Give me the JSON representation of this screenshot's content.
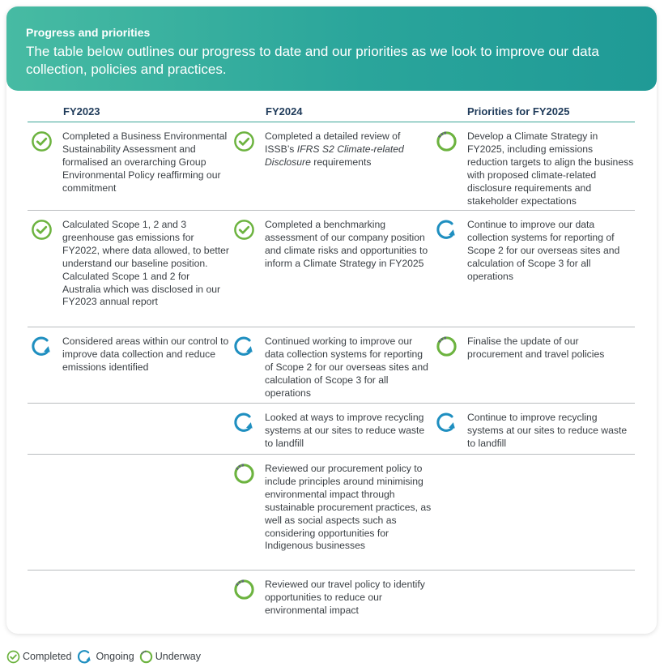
{
  "banner": {
    "title": "Progress and priorities",
    "text": "The table below outlines our progress to date and our priorities as we look to improve our data collection, policies and practices."
  },
  "columns": [
    "FY2023",
    "FY2024",
    "Priorities for FY2025"
  ],
  "rows": [
    {
      "fy2023": {
        "status": "completed",
        "text": "Completed a Business Environmental Sustainability Assessment and formalised an overarching Group Environmental Policy reaffirming our commitment"
      },
      "fy2024": {
        "status": "completed",
        "text_before": "Completed a detailed review of ISSB’s ",
        "text_italic": "IFRS S2 Climate-related Disclosure",
        "text_after": " requirements"
      },
      "fy2025": {
        "status": "underway",
        "text": "Develop a Climate Strategy in FY2025, including emissions reduction targets to align the business with proposed climate-related disclosure requirements and stakeholder expectations"
      }
    },
    {
      "fy2023": {
        "status": "completed",
        "text": "Calculated Scope 1, 2 and 3 greenhouse gas emissions for FY2022, where data allowed, to better understand our baseline position. Calculated Scope 1 and 2 for Australia which was disclosed in our FY2023 annual report"
      },
      "fy2024": {
        "status": "completed",
        "text": "Completed a benchmarking assessment of our company position and climate risks and opportunities to inform a Climate Strategy in FY2025"
      },
      "fy2025": {
        "status": "ongoing",
        "text": "Continue to improve our data collection systems for reporting of Scope 2 for our overseas sites and calculation of Scope 3 for all operations"
      }
    },
    {
      "fy2023": {
        "status": "ongoing",
        "text": "Considered areas within our control to improve data collection and reduce emissions identified"
      },
      "fy2024": {
        "status": "ongoing",
        "text": "Continued working to improve our data collection systems for reporting of Scope 2 for our overseas sites and calculation of Scope 3 for all operations"
      },
      "fy2025": {
        "status": "underway",
        "text": "Finalise the update of our procurement and travel policies"
      }
    },
    {
      "fy2024": {
        "status": "ongoing",
        "text": "Looked at ways to improve recycling systems at our sites to reduce waste to landfill"
      },
      "fy2025": {
        "status": "ongoing",
        "text": "Continue to improve recycling systems at our sites to reduce waste to landfill"
      }
    },
    {
      "fy2024": {
        "status": "underway",
        "text": "Reviewed our procurement policy to include principles around minimising environmental impact through sustainable procurement practices, as well as social aspects such as considering opportunities for Indigenous businesses"
      }
    },
    {
      "fy2024": {
        "status": "underway",
        "text": "Reviewed our travel policy to identify opportunities to reduce our environmental impact"
      }
    }
  ],
  "legend": {
    "completed": "Completed",
    "ongoing": "Ongoing",
    "underway": "Underway"
  },
  "colors": {
    "green": "#6cb33f",
    "blue": "#1f8fc0",
    "grey": "#5f6a73",
    "teal": "#3aa596",
    "header_text": "#1f3b5a"
  },
  "icons": {
    "completed": "check-circle-icon",
    "ongoing": "circular-arrow-icon",
    "underway": "partial-ring-icon"
  }
}
